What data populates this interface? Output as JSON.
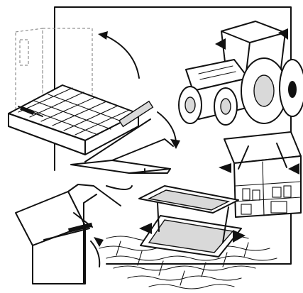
{
  "image": {
    "kind": "line-art illustration",
    "panels": [
      {
        "name": "solar-collector-panel",
        "icon": "hinged-lid-icon"
      },
      {
        "name": "tractor-cab-panel",
        "icon": "tractor-icon"
      },
      {
        "name": "hatch-ramp-panel",
        "icon": "hatch-icon"
      },
      {
        "name": "storage-box-panel",
        "icon": "storage-chest-icon"
      },
      {
        "name": "cabinet-door-panel",
        "icon": "cabinet-door-icon"
      },
      {
        "name": "roof-skylight-panel",
        "icon": "skylight-icon"
      }
    ],
    "colors": {
      "ink": "#111111",
      "paper": "#ffffff",
      "shade": "#d9d9d9"
    }
  }
}
